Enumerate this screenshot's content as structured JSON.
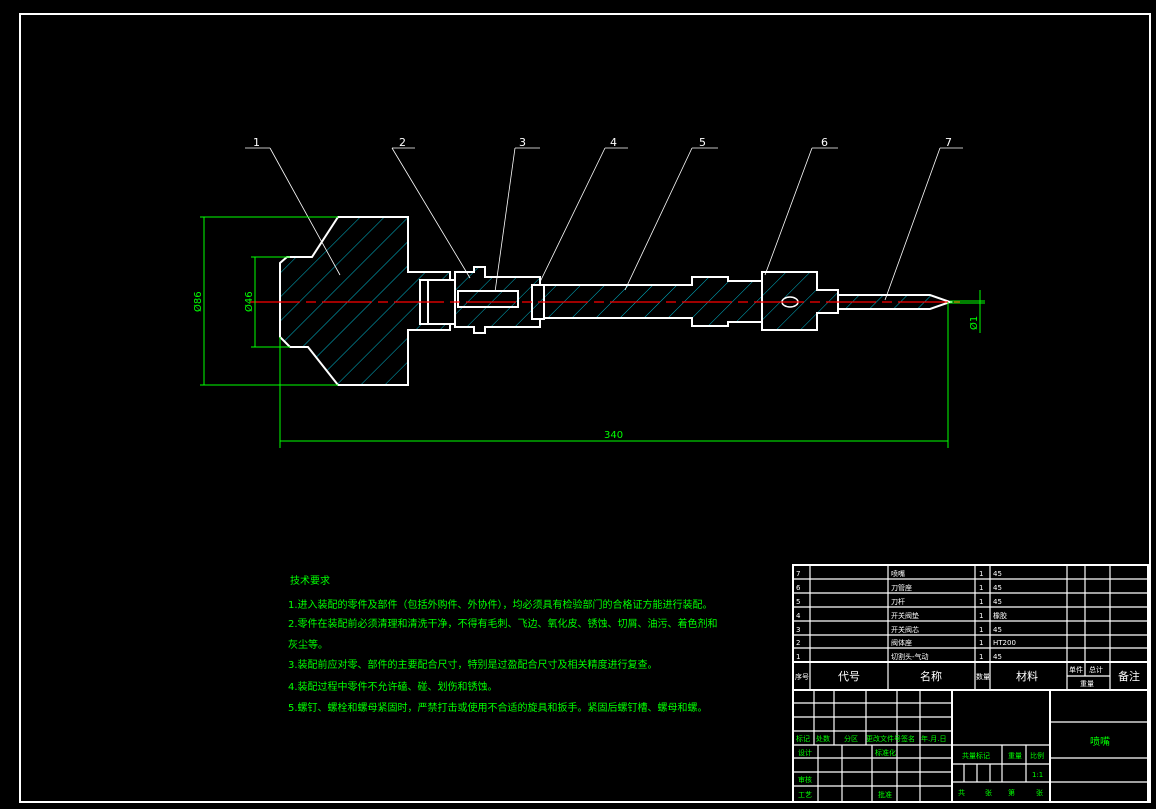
{
  "drawing": {
    "balloons": [
      "1",
      "2",
      "3",
      "4",
      "5",
      "6",
      "7"
    ],
    "dimensions": {
      "outer_dia": "Ø86",
      "inner_dia": "Ø46",
      "tip_dia": "Ø1",
      "length": "340"
    }
  },
  "tech_requirements": {
    "title": "技术要求",
    "lines": [
      "1.进入装配的零件及部件（包括外购件、外协件），均必须具有检验部门的合格证方能进行装配。",
      "2.零件在装配前必须清理和清洗干净，不得有毛刺、飞边、氧化皮、锈蚀、切屑、油污、着色剂和",
      "灰尘等。",
      "3.装配前应对零、部件的主要配合尺寸，特别是过盈配合尺寸及相关精度进行复查。",
      "4.装配过程中零件不允许磕、碰、划伤和锈蚀。",
      "5.螺钉、螺栓和螺母紧固时，严禁打击或使用不合适的旋具和扳手。紧固后螺钉槽、螺母和螺。"
    ]
  },
  "parts_list": {
    "rows": [
      {
        "no": "7",
        "name": "喷嘴",
        "qty": "1",
        "material": "45"
      },
      {
        "no": "6",
        "name": "刀管座",
        "qty": "1",
        "material": "45"
      },
      {
        "no": "5",
        "name": "刀杆",
        "qty": "1",
        "material": "45"
      },
      {
        "no": "4",
        "name": "开关阀垫",
        "qty": "1",
        "material": "橡胶"
      },
      {
        "no": "3",
        "name": "开关阀芯",
        "qty": "1",
        "material": "45"
      },
      {
        "no": "2",
        "name": "阀体座",
        "qty": "1",
        "material": "HT200"
      },
      {
        "no": "1",
        "name": "切割头-气动",
        "qty": "1",
        "material": "45"
      }
    ],
    "headers": {
      "no": "序号",
      "code": "代号",
      "name": "名称",
      "qty": "数量",
      "material": "材料",
      "unit": "单件",
      "total": "总计",
      "weight": "重量",
      "remark": "备注"
    }
  },
  "title_block": {
    "change_headers": [
      "标记",
      "处数",
      "分区",
      "更改文件号",
      "签名",
      "年.月.日"
    ],
    "design": "设计",
    "standardization": "标准化",
    "review": "审核",
    "process": "工艺",
    "approve": "批准",
    "stage_mark": "共量标记",
    "weight": "重量",
    "scale_label": "比例",
    "scale": "1:1",
    "sheets": [
      "共",
      "张",
      "第",
      "张"
    ],
    "drawing_name": "喷嘴"
  }
}
